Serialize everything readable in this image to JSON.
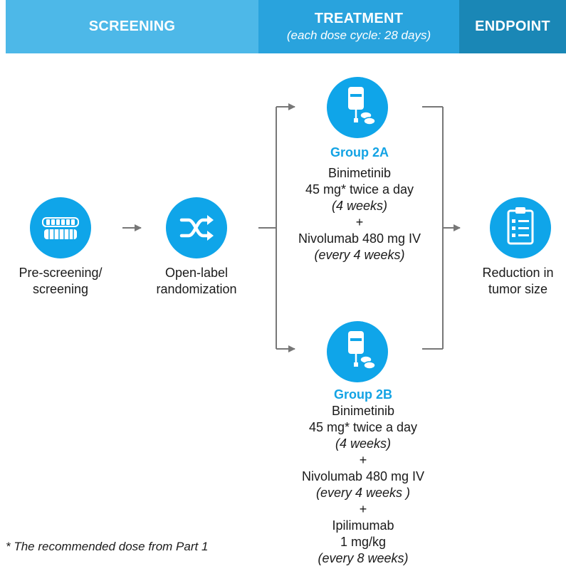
{
  "header": {
    "screening": "SCREENING",
    "treatment": "TREATMENT",
    "treatment_sub": "(each dose cycle: 28 days)",
    "endpoint": "ENDPOINT"
  },
  "steps": {
    "prescreening": {
      "line1": "Pre-screening/",
      "line2": "screening",
      "icon": "teeth-icon"
    },
    "randomization": {
      "line1": "Open-label",
      "line2": "randomization",
      "icon": "shuffle-icon"
    },
    "endpoint": {
      "line1": "Reduction in",
      "line2": "tumor size",
      "icon": "clipboard-icon"
    }
  },
  "group2a": {
    "title": "Group 2A",
    "icon": "iv-bag-pills-icon",
    "lines": [
      "Binimetinib",
      "45 mg* twice a day",
      "(4 weeks)",
      "+",
      "Nivolumab 480 mg IV",
      "(every 4 weeks)"
    ]
  },
  "group2b": {
    "title": "Group 2B",
    "icon": "iv-bag-pills-icon",
    "lines": [
      "Binimetinib",
      "45 mg* twice a day",
      "(4 weeks)",
      "+",
      "Nivolumab 480 mg IV",
      "(every 4 weeks )",
      "+",
      "Ipilimumab",
      "1 mg/kg",
      "(every 8 weeks)"
    ]
  },
  "footnote": "* The recommended dose from Part 1",
  "colors": {
    "screening": "#4db8e8",
    "treatment": "#29a3dd",
    "endpoint": "#1a87b6",
    "icon": "#0fa5e9",
    "group": "#13a3e4",
    "connector": "#777777"
  }
}
